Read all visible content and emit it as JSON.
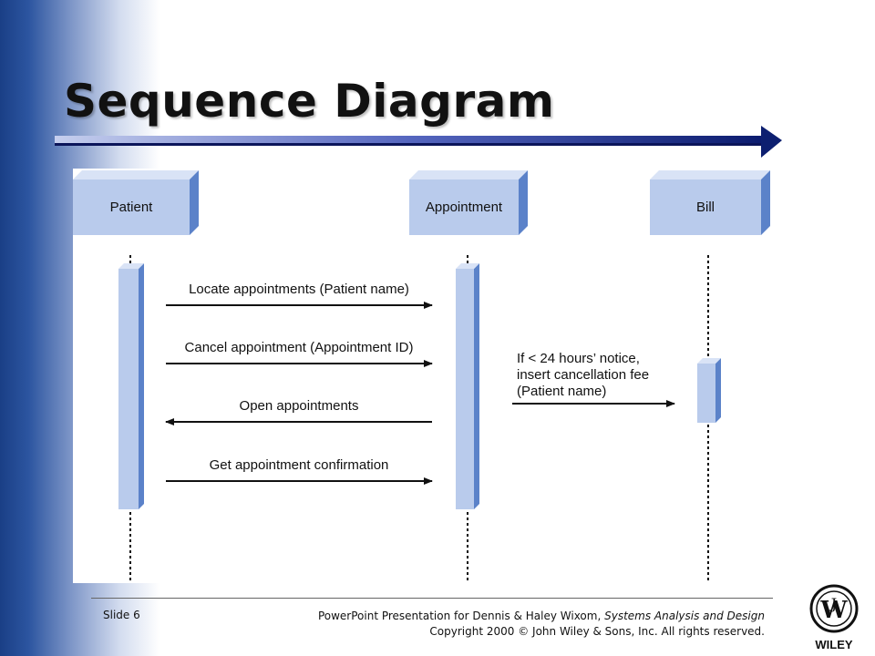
{
  "title": "Sequence Diagram",
  "objects": [
    {
      "name": "Patient"
    },
    {
      "name": "Appointment"
    },
    {
      "name": "Bill"
    }
  ],
  "messages": [
    {
      "label": "Locate appointments (Patient name)",
      "from": "Patient",
      "to": "Appointment",
      "direction": "right"
    },
    {
      "label": "Cancel appointment (Appointment ID)",
      "from": "Patient",
      "to": "Appointment",
      "direction": "right"
    },
    {
      "label": "Open appointments",
      "from": "Appointment",
      "to": "Patient",
      "direction": "left"
    },
    {
      "label": "Get appointment confirmation",
      "from": "Patient",
      "to": "Appointment",
      "direction": "right"
    }
  ],
  "conditional_message": {
    "lines": [
      "If < 24 hours’ notice,",
      "insert cancellation fee",
      "(Patient name)"
    ],
    "from": "Appointment",
    "to": "Bill"
  },
  "footer": {
    "slide": "Slide 6",
    "line1_prefix": "PowerPoint Presentation for Dennis & Haley Wixom, ",
    "line1_italic": "Systems Analysis and Design",
    "line2": "Copyright 2000 © John Wiley & Sons, Inc.  All rights reserved."
  },
  "logo": {
    "text": "WILEY",
    "icon": "wiley-logo"
  },
  "colors": {
    "object_box": "#b9cbec",
    "object_box_side": "#5b82c9",
    "activation_bar": "#b9cbec",
    "side_gradient": "#1a3f86",
    "title_arrow": "#0d1f70"
  }
}
